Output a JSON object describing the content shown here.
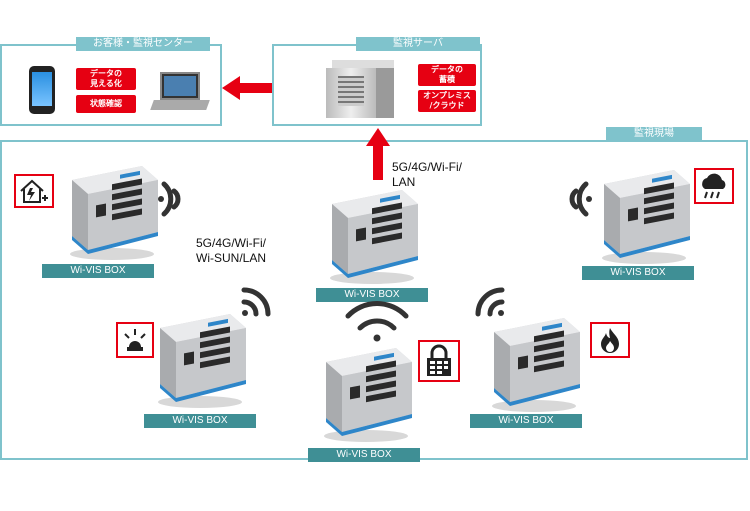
{
  "customer_center": {
    "title": "お客様・監視センター",
    "badges": [
      "データの\n見える化",
      "状態確認"
    ]
  },
  "server": {
    "title": "監視サーバ",
    "badges": [
      "データの\n蓄積",
      "オンプレミス\n/クラウド"
    ]
  },
  "site": {
    "title": "監視現場"
  },
  "comm_labels": {
    "top": "5G/4G/Wi-Fi/\nLAN",
    "left": "5G/4G/Wi-Fi/\nWi-SUN/LAN"
  },
  "device_label": "Wi-VIS BOX",
  "devices": [
    {
      "label": "Wi-VIS BOX",
      "sensor_icon": "house-power-icon"
    },
    {
      "label": "Wi-VIS BOX",
      "sensor_icon": "none"
    },
    {
      "label": "Wi-VIS BOX",
      "sensor_icon": "rain-cloud-icon"
    },
    {
      "label": "Wi-VIS BOX",
      "sensor_icon": "alarm-light-icon"
    },
    {
      "label": "Wi-VIS BOX",
      "sensor_icon": "lock-icon"
    },
    {
      "label": "Wi-VIS BOX",
      "sensor_icon": "fire-icon"
    }
  ],
  "colors": {
    "panel_border": "#7fc3cc",
    "label_bar": "#3f8f95",
    "accent_red": "#e60012"
  }
}
